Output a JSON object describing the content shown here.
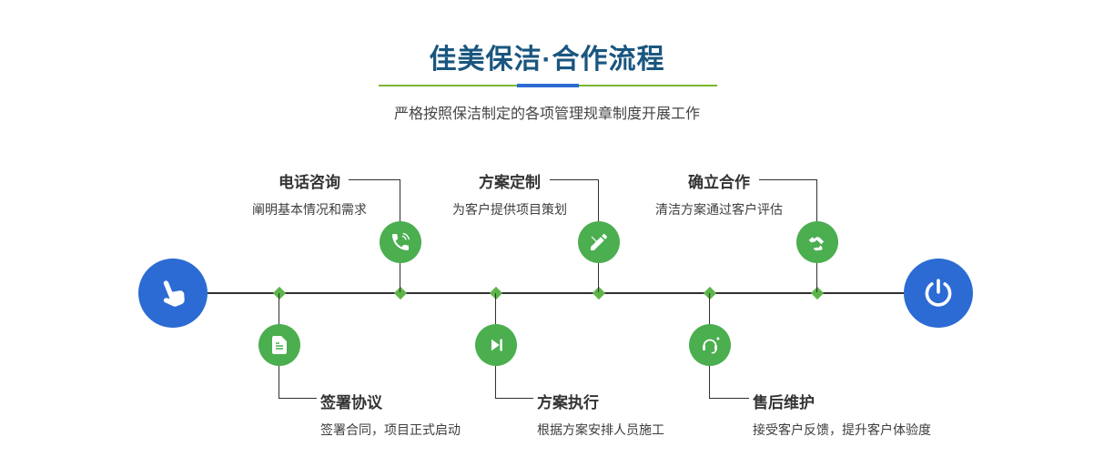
{
  "header": {
    "title": "佳美保洁·合作流程",
    "subtitle": "严格按照保洁制定的各项管理规章制度开展工作"
  },
  "timeline": {
    "start_icon": "hand-pointer-icon",
    "end_icon": "power-icon"
  },
  "steps": [
    {
      "title": "电话咨询",
      "desc": "阐明基本情况和需求",
      "icon": "phone-icon",
      "position": "top"
    },
    {
      "title": "方案定制",
      "desc": "为客户提供项目策划",
      "icon": "pencil-icon",
      "position": "top"
    },
    {
      "title": "确立合作",
      "desc": "清洁方案通过客户评估",
      "icon": "handshake-icon",
      "position": "top"
    },
    {
      "title": "签署协议",
      "desc": "签署合同，项目正式启动",
      "icon": "document-icon",
      "position": "bottom"
    },
    {
      "title": "方案执行",
      "desc": "根据方案安排人员施工",
      "icon": "play-icon",
      "position": "bottom"
    },
    {
      "title": "售后维护",
      "desc": "接受客户反馈，提升客户体验度",
      "icon": "headset-icon",
      "position": "bottom"
    }
  ],
  "colors": {
    "accent_blue": "#2b6bd3",
    "accent_green": "#4bae4f",
    "title_blue": "#1a567f",
    "divider_green": "#7ab82c"
  }
}
